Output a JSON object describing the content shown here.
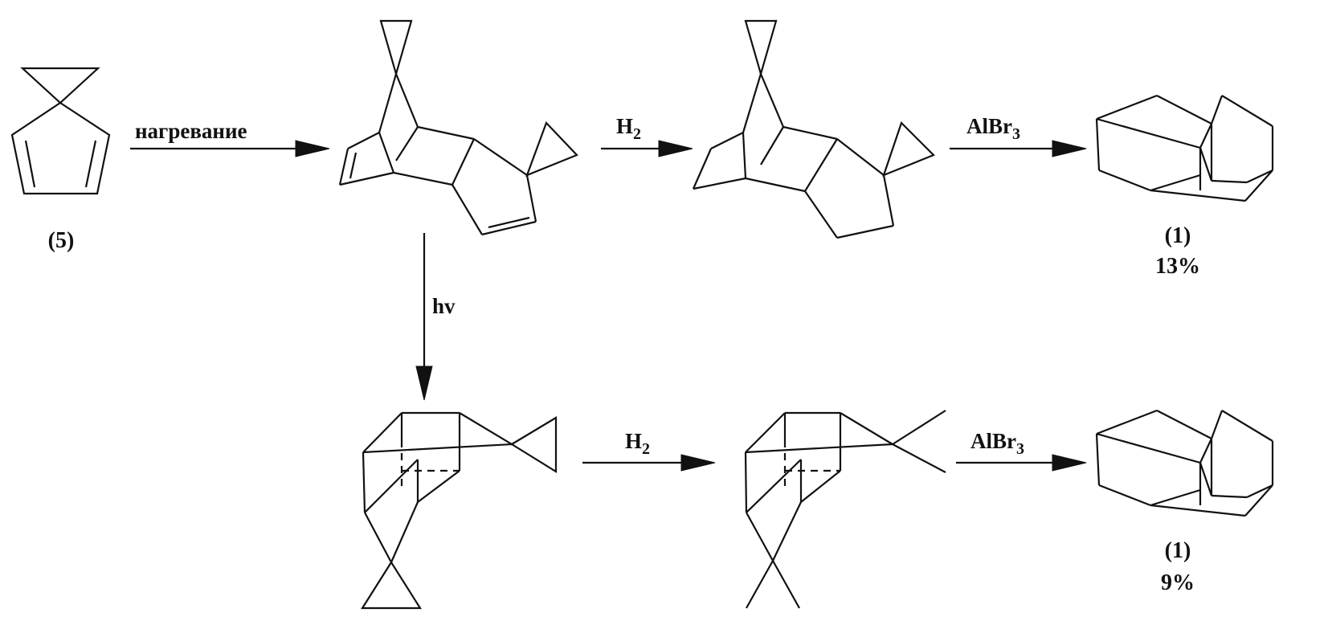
{
  "compounds": {
    "spiro_diene": {
      "label": "(5)"
    },
    "product_top": {
      "label": "(1)",
      "yield": "13%"
    },
    "product_bottom": {
      "label": "(1)",
      "yield": "9%"
    }
  },
  "conditions": {
    "heating": "нагревание",
    "photolysis": "hv",
    "hydrogenation_top": {
      "main": "H",
      "sub": "2"
    },
    "hydrogenation_bottom": {
      "main": "H",
      "sub": "2"
    },
    "lewis_acid_top": {
      "main": "AlBr",
      "sub": "3"
    },
    "lewis_acid_bottom": {
      "main": "AlBr",
      "sub": "3"
    }
  }
}
